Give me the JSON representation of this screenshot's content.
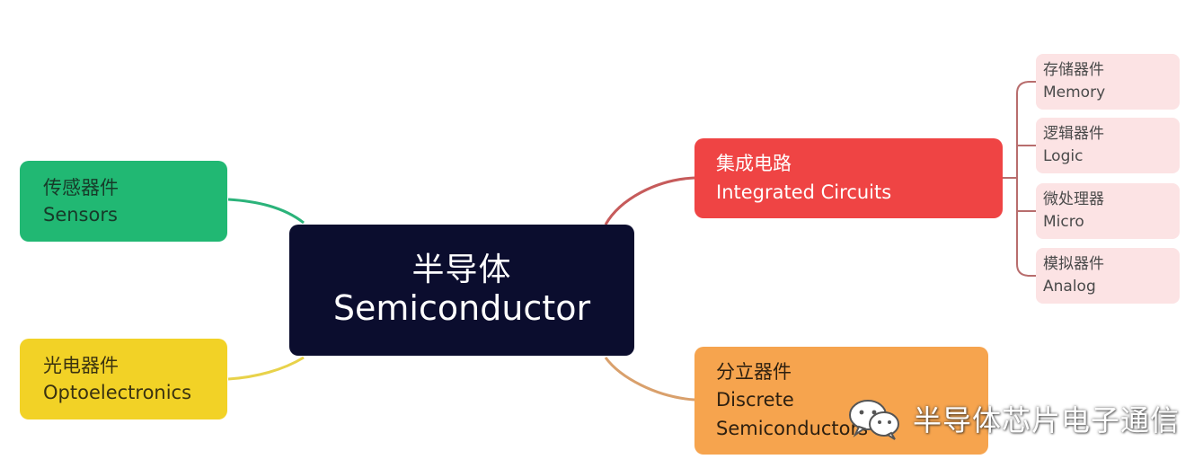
{
  "colors": {
    "center_bg": "#0b0d2e",
    "sensors_bg": "#21b873",
    "opto_bg": "#f2d226",
    "ic_bg": "#ef4444",
    "discrete_bg": "#f6a44e",
    "sub_bg": "#fce3e4",
    "sensors_link": "#2bb37a",
    "opto_link": "#e8d24a",
    "ic_link": "#c65b5b",
    "discrete_link": "#d9a06c",
    "sub_link": "#b86d6d"
  },
  "center": {
    "zh": "半导体",
    "en": "Semiconductor"
  },
  "left_nodes": [
    {
      "zh": "传感器件",
      "en": "Sensors"
    },
    {
      "zh": "光电器件",
      "en": "Optoelectronics"
    }
  ],
  "right_nodes": {
    "ic": {
      "zh": "集成电路",
      "en": "Integrated Circuits"
    },
    "discrete": {
      "zh": "分立器件",
      "en_line1": "Discrete",
      "en_line2": "Semiconductors"
    }
  },
  "ic_children": [
    {
      "zh": "存储器件",
      "en": "Memory"
    },
    {
      "zh": "逻辑器件",
      "en": "Logic"
    },
    {
      "zh": "微处理器",
      "en": "Micro"
    },
    {
      "zh": "模拟器件",
      "en": "Analog"
    }
  ],
  "watermark": {
    "icon": "wechat-icon",
    "text": "半导体芯片电子通信"
  }
}
